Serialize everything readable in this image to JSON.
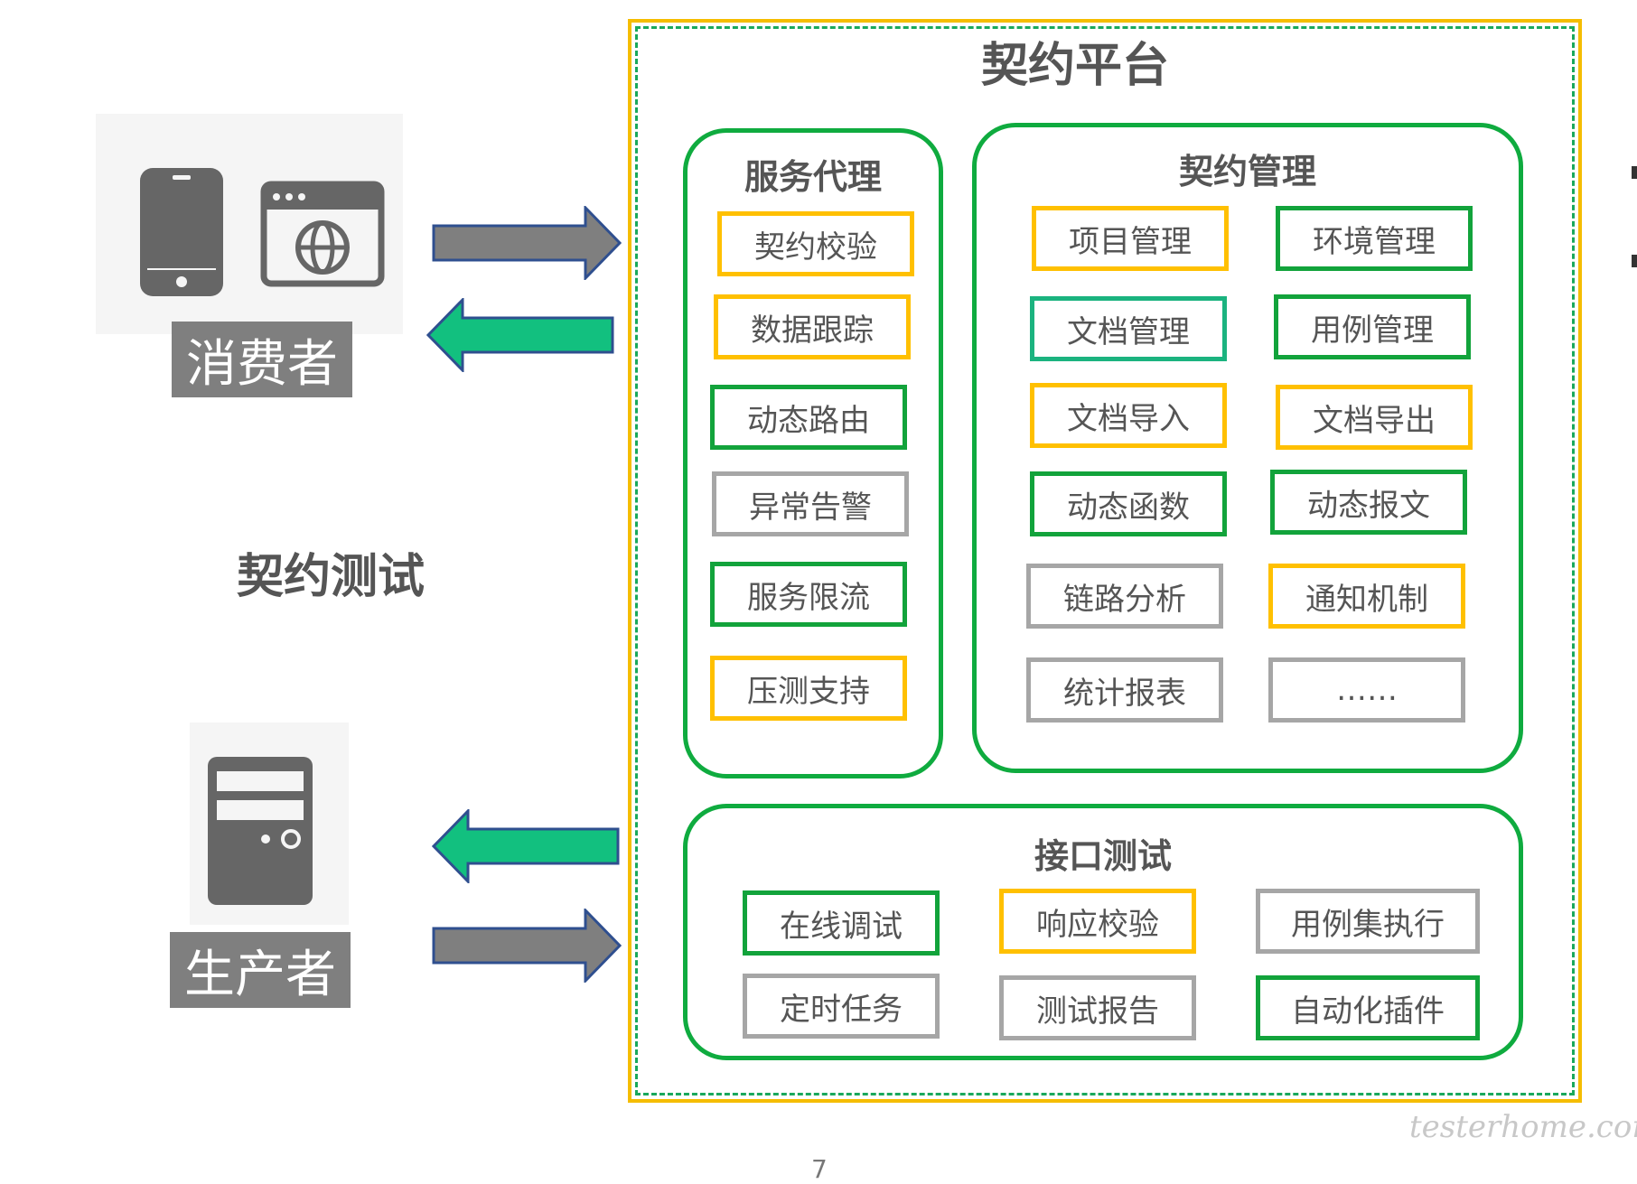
{
  "platform": {
    "title": "契约平台"
  },
  "left": {
    "consumer_label": "消费者",
    "producer_label": "生产者",
    "contract_test_label": "契约测试"
  },
  "service_proxy": {
    "title": "服务代理",
    "items": [
      {
        "label": "契约校验",
        "color": "#ffc000"
      },
      {
        "label": "数据跟踪",
        "color": "#ffc000"
      },
      {
        "label": "动态路由",
        "color": "#12a33b"
      },
      {
        "label": "异常告警",
        "color": "#a6a6a6"
      },
      {
        "label": "服务限流",
        "color": "#12a33b"
      },
      {
        "label": "压测支持",
        "color": "#ffc000"
      }
    ]
  },
  "contract_mgmt": {
    "title": "契约管理",
    "items": [
      {
        "label": "项目管理",
        "color": "#ffc000"
      },
      {
        "label": "环境管理",
        "color": "#12a33b"
      },
      {
        "label": "文档管理",
        "color": "#1bb37f"
      },
      {
        "label": "用例管理",
        "color": "#12a33b"
      },
      {
        "label": "文档导入",
        "color": "#ffc000"
      },
      {
        "label": "文档导出",
        "color": "#ffc000"
      },
      {
        "label": "动态函数",
        "color": "#12a33b"
      },
      {
        "label": "动态报文",
        "color": "#12a33b"
      },
      {
        "label": "链路分析",
        "color": "#a6a6a6"
      },
      {
        "label": "通知机制",
        "color": "#ffc000"
      },
      {
        "label": "统计报表",
        "color": "#a6a6a6"
      },
      {
        "label": "……",
        "color": "#a6a6a6"
      }
    ]
  },
  "api_test": {
    "title": "接口测试",
    "items": [
      {
        "label": "在线调试",
        "color": "#12a33b"
      },
      {
        "label": "响应校验",
        "color": "#ffc000"
      },
      {
        "label": "用例集执行",
        "color": "#a6a6a6"
      },
      {
        "label": "定时任务",
        "color": "#a6a6a6"
      },
      {
        "label": "测试报告",
        "color": "#a6a6a6"
      },
      {
        "label": "自动化插件",
        "color": "#12a33b"
      }
    ]
  },
  "colors": {
    "arrow_right": "#7f7f7f",
    "arrow_left": "#12c07f",
    "arrow_outline": "#2f4f8f"
  },
  "footer": {
    "watermark": "testerhome.com",
    "page_number": "7"
  }
}
